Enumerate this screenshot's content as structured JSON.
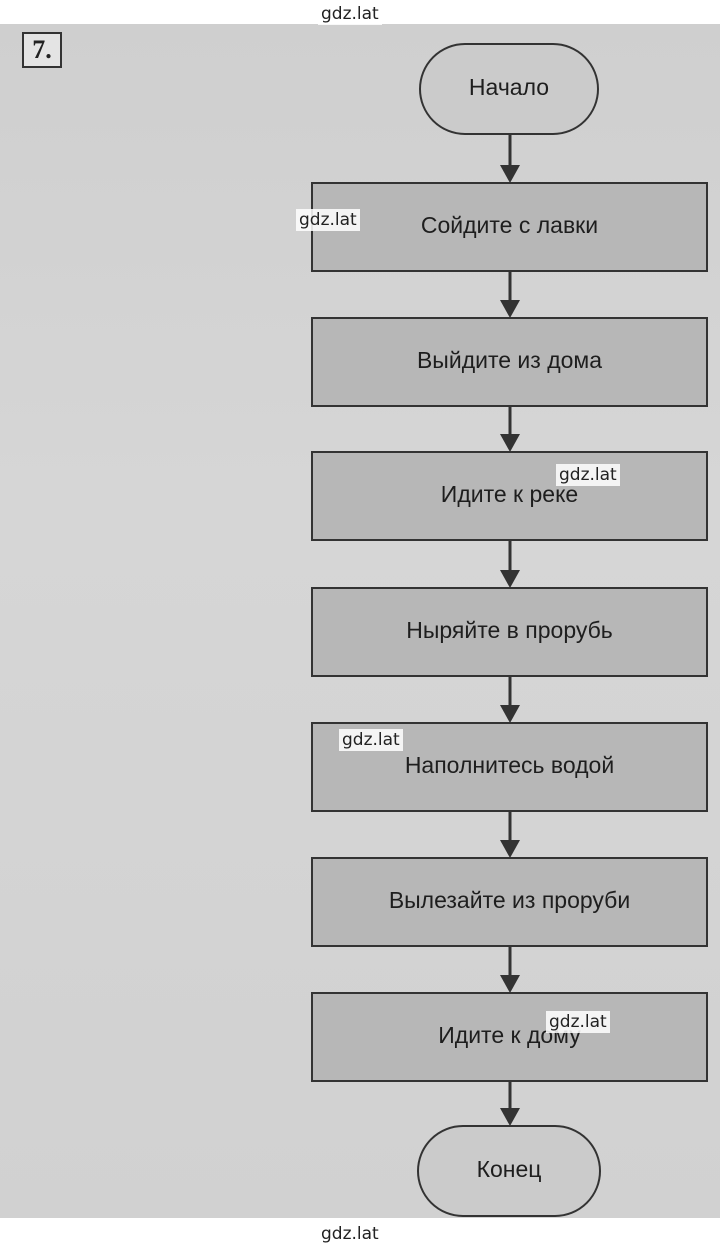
{
  "watermark": {
    "text": "gdz.lat"
  },
  "task_number": "7.",
  "flowchart": {
    "start_label": "Начало",
    "end_label": "Конец",
    "steps": [
      "Сойдите с лавки",
      "Выйдите из дома",
      "Идите к реке",
      "Ныряйте в прорубь",
      "Наполнитесь водой",
      "Вылезайте из проруби",
      "Идите к дому"
    ]
  },
  "colors": {
    "terminal_fill": "#cbcbcb",
    "process_fill": "#b7b7b7",
    "stroke": "#333333",
    "text": "#1e1e1e"
  }
}
